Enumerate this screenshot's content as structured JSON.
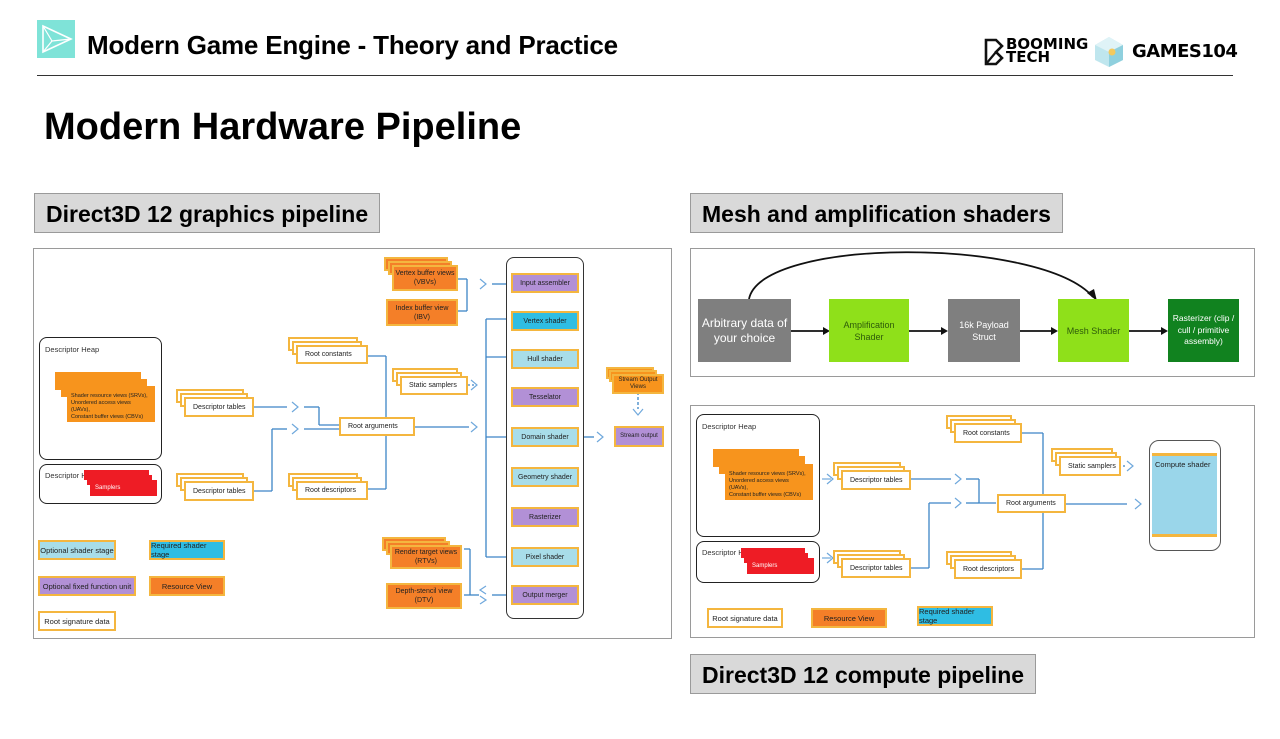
{
  "header": {
    "course_title": "Modern Game Engine - Theory and Practice",
    "brand_booming": "BOOMING",
    "brand_tech": "TECH",
    "brand_games": "GAMES104"
  },
  "page_title": "Modern Hardware Pipeline",
  "sections": {
    "graphics": "Direct3D 12 graphics pipeline",
    "mesh": "Mesh and amplification shaders",
    "compute": "Direct3D 12 compute pipeline"
  },
  "graphics_pipeline": {
    "heap1_label": "Descriptor Heap",
    "heap1_views": [
      "Shader resource views (SRVs),",
      "Unordered access views (UAVs),",
      "Constant buffer views (CBVs)"
    ],
    "heap2_label": "Descriptor Heap",
    "samplers": "Samplers",
    "descriptor_tables_1": "Descriptor tables",
    "descriptor_tables_2": "Descriptor tables",
    "root_constants": "Root constants",
    "root_arguments": "Root arguments",
    "root_descriptors": "Root descriptors",
    "static_samplers": "Static samplers",
    "vertex_buffer_views": "Vertex buffer views (VBVs)",
    "index_buffer_view": "Index buffer view (IBV)",
    "render_target_views": "Render target views (RTVs)",
    "depth_stencil_view": "Depth-stencil view (DTV)",
    "stream_output_views": "Stream Output Views",
    "stream_output": "Stream output",
    "stages": [
      {
        "label": "Input assembler",
        "kind": "fixed"
      },
      {
        "label": "Vertex shader",
        "kind": "required"
      },
      {
        "label": "Hull shader",
        "kind": "optional"
      },
      {
        "label": "Tesselator",
        "kind": "fixed"
      },
      {
        "label": "Domain shader",
        "kind": "optional"
      },
      {
        "label": "Geometry shader",
        "kind": "optional"
      },
      {
        "label": "Rasterizer",
        "kind": "fixed"
      },
      {
        "label": "Pixel shader",
        "kind": "optional"
      },
      {
        "label": "Output merger",
        "kind": "fixed"
      }
    ],
    "legend": {
      "optional_shader": "Optional shader stage",
      "required_shader": "Required shader stage",
      "fixed_function": "Optional fixed function unit",
      "resource_view": "Resource View",
      "root_signature": "Root signature data"
    }
  },
  "mesh_pipeline": {
    "boxes": [
      {
        "label": "Arbitrary data of your choice",
        "color": "#7f7f7f"
      },
      {
        "label": "Amplification Shader",
        "color": "#8fe01a"
      },
      {
        "label": "16k Payload Struct",
        "color": "#7f7f7f"
      },
      {
        "label": "Mesh Shader",
        "color": "#8fe01a"
      },
      {
        "label": "Rasterizer (clip / cull / primitive assembly)",
        "color": "#11821f"
      }
    ]
  },
  "compute_pipeline": {
    "heap1_label": "Descriptor Heap",
    "heap1_views": [
      "Shader resource views (SRVs),",
      "Unordered access views (UAVs),",
      "Constant buffer views (CBVs)"
    ],
    "heap2_label": "Descriptor Heap",
    "samplers": "Samplers",
    "descriptor_tables_1": "Descriptor tables",
    "descriptor_tables_2": "Descriptor tables",
    "root_constants": "Root constants",
    "root_arguments": "Root arguments",
    "root_descriptors": "Root descriptors",
    "static_samplers": "Static samplers",
    "compute_shader": "Compute shader",
    "legend": {
      "root_signature": "Root signature data",
      "resource_view": "Resource View",
      "required_shader": "Required shader stage"
    }
  },
  "colors": {
    "accent_teal": "#7fe3d8",
    "resource_orange": "#f47f28",
    "border_gold": "#f4b63f",
    "optional_blue": "#a8dde9",
    "required_blue": "#2fbde3",
    "fixed_purple": "#b290d6",
    "connector_blue": "#3d85c6"
  }
}
